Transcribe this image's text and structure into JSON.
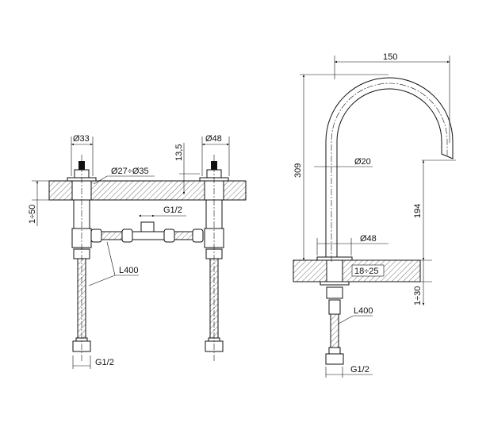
{
  "left_view": {
    "dia_left_valve": "Ø33",
    "dia_right_valve": "Ø48",
    "hole_range": "Ø27÷Ø35",
    "height_13": "13,5",
    "deck_thickness": "1÷50",
    "tee_thread": "G1/2",
    "hose_length": "L400",
    "hose_thread": "G1/2"
  },
  "right_view": {
    "reach": "150",
    "total_height": "309",
    "tube_dia": "Ø20",
    "spout_height": "194",
    "base_dia": "Ø48",
    "hole_range": "18÷25",
    "deck_thickness": "1÷30",
    "hose_length": "L400",
    "hose_thread": "G1/2"
  }
}
